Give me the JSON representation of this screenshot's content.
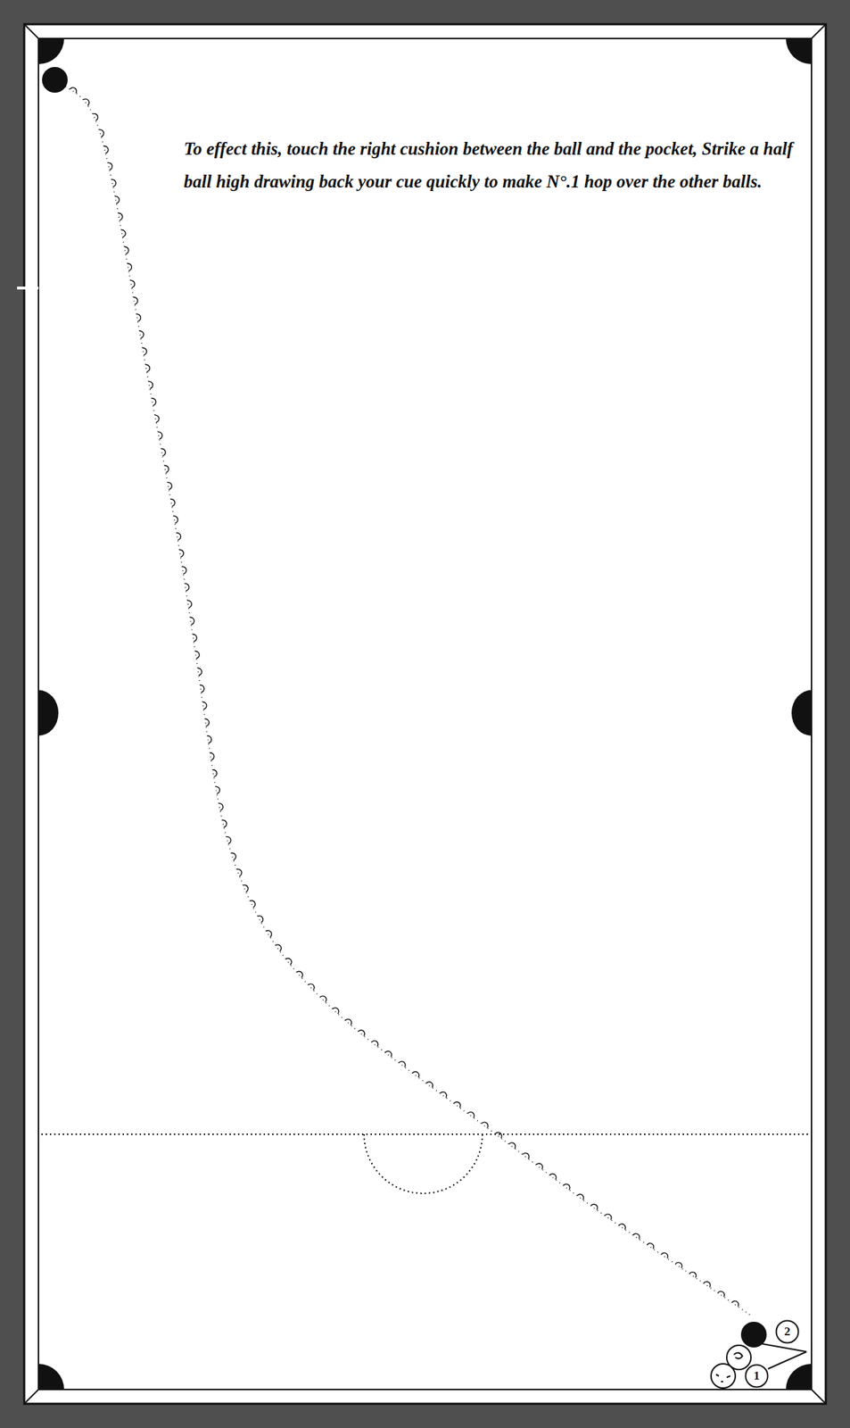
{
  "diagram": {
    "nodes": [
      {
        "text": [
          "2"
        ]
      },
      {
        "text": [
          "1"
        ]
      }
    ],
    "labels": [
      "To effect this, touch the right cushion between the ball and the pocket, Strike a half ball high drawing back your cue quickly to make N°.1 hop over the other balls."
    ]
  }
}
